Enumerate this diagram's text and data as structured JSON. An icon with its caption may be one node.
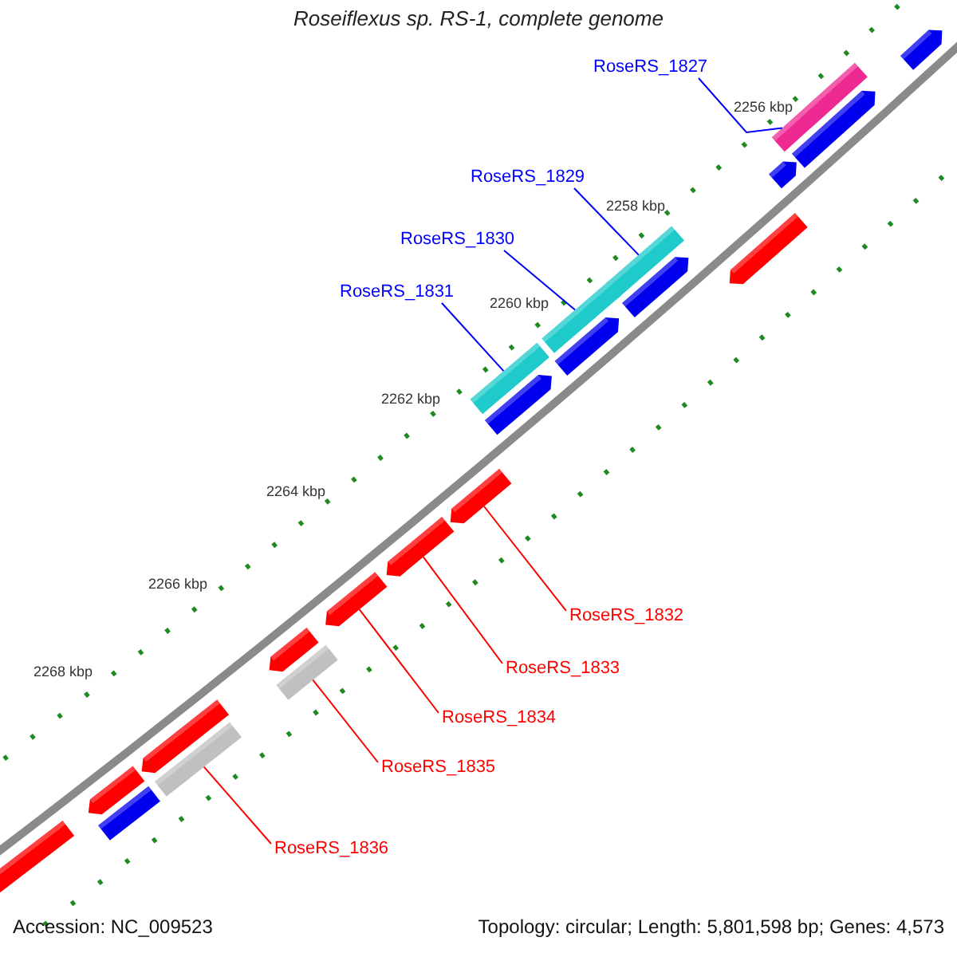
{
  "diagram": {
    "title": "Roseiflexus sp. RS-1, complete genome",
    "nodes": [
      {
        "text": [
          "RoseRS_1827"
        ]
      },
      {
        "text": [
          "RoseRS_1829"
        ]
      },
      {
        "text": [
          "RoseRS_1830"
        ]
      },
      {
        "text": [
          "RoseRS_1831"
        ]
      },
      {
        "text": [
          "RoseRS_1832"
        ]
      },
      {
        "text": [
          "RoseRS_1833"
        ]
      },
      {
        "text": [
          "RoseRS_1834"
        ]
      },
      {
        "text": [
          "RoseRS_1835"
        ]
      },
      {
        "text": [
          "RoseRS_1836"
        ]
      },
      {
        "text": [],
        "shape": "bar"
      },
      {
        "text": [],
        "shape": "bar"
      },
      {
        "text": [],
        "shape": "bar"
      },
      {
        "text": [],
        "shape": "bar"
      },
      {
        "text": [],
        "shape": "bar"
      },
      {
        "text": [],
        "shape": "bar"
      },
      {
        "text": [],
        "shape": "bar"
      },
      {
        "text": [],
        "shape": "bar"
      },
      {
        "text": [],
        "shape": "bar"
      },
      {
        "text": [],
        "shape": "bar"
      },
      {
        "text": [],
        "shape": "bar"
      },
      {
        "text": [],
        "shape": "bar"
      },
      {
        "text": [],
        "shape": "bar"
      },
      {
        "text": [],
        "shape": "bar"
      },
      {
        "text": [],
        "shape": "bar"
      },
      {
        "text": [],
        "shape": "bar"
      },
      {
        "text": [],
        "shape": "bar"
      },
      {
        "text": [],
        "shape": "bar"
      },
      {
        "text": [],
        "shape": "bar"
      },
      {
        "text": [],
        "shape": "bar"
      },
      {
        "text": [],
        "shape": "bar"
      }
    ],
    "edges": [
      {
        "from": 0,
        "to": 9,
        "arrow": "none",
        "color": "#0000ff"
      },
      {
        "from": 1,
        "to": 10,
        "arrow": "none",
        "color": "#0000ff"
      },
      {
        "from": 2,
        "to": 11,
        "arrow": "none",
        "color": "#0000ff"
      },
      {
        "from": 3,
        "to": 12,
        "arrow": "none",
        "color": "#0000ff"
      },
      {
        "from": 4,
        "to": 13,
        "arrow": "none"
      },
      {
        "from": 5,
        "to": 14,
        "arrow": "none"
      },
      {
        "from": 6,
        "to": 15,
        "arrow": "none"
      },
      {
        "from": 7,
        "to": 16,
        "arrow": "none"
      },
      {
        "from": 8,
        "to": 17,
        "arrow": "none"
      }
    ],
    "labels": [
      "2256 kbp",
      "2258 kbp",
      "2260 kbp",
      "2262 kbp",
      "2264 kbp",
      "2266 kbp",
      "2268 kbp",
      "Accession: NC_009523",
      "Topology: circular; Length: 5,801,598 bp; Genes: 4,573"
    ]
  }
}
